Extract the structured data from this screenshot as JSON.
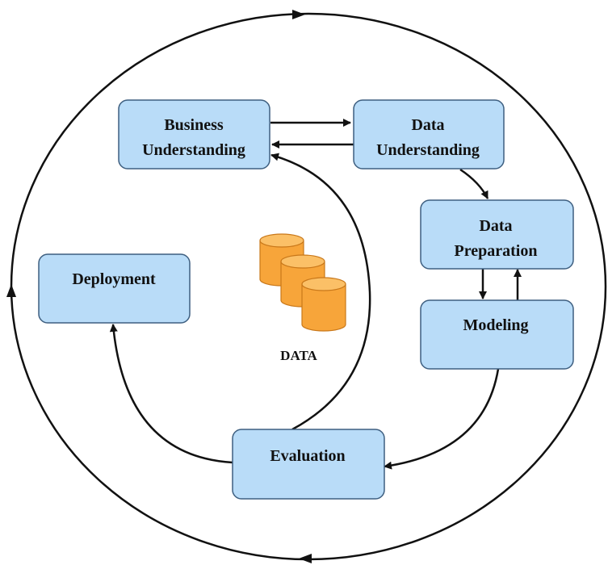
{
  "diagram": {
    "nodes": {
      "business_understanding": {
        "line1": "Business",
        "line2": "Understanding"
      },
      "data_understanding": {
        "line1": "Data",
        "line2": "Understanding"
      },
      "data_preparation": {
        "line1": "Data",
        "line2": "Preparation"
      },
      "modeling": {
        "label": "Modeling"
      },
      "evaluation": {
        "label": "Evaluation"
      },
      "deployment": {
        "label": "Deployment"
      }
    },
    "center": {
      "label": "DATA"
    }
  },
  "colors": {
    "box_fill": "#b9dcf8",
    "box_stroke": "#3e5f80",
    "cylinder_fill": "#f7a53a",
    "cylinder_top": "#fbc067",
    "cylinder_stroke": "#c9781a",
    "line": "#111111"
  }
}
